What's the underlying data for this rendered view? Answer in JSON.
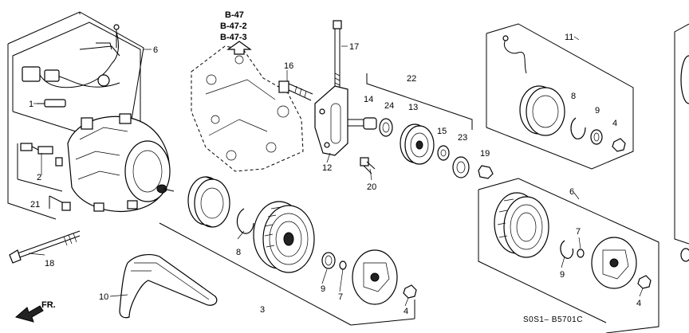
{
  "diagram": {
    "callouts": {
      "p1": "1",
      "p2": "2",
      "p3": "3",
      "p4a": "4",
      "p4b": "4",
      "p4c": "4",
      "p6a": "6",
      "p6b": "6",
      "p7a": "7",
      "p7b": "7",
      "p8a": "8",
      "p8b": "8",
      "p9a": "9",
      "p9b": "9",
      "p9c": "9",
      "p10": "10",
      "p11": "11",
      "p12": "12",
      "p13": "13",
      "p14": "14",
      "p15": "15",
      "p16": "16",
      "p17": "17",
      "p18": "18",
      "p19": "19",
      "p20": "20",
      "p21": "21",
      "p22": "22",
      "p23": "23",
      "p24": "24"
    },
    "refs": [
      "B-47",
      "B-47-2",
      "B-47-3"
    ],
    "direction_label": "FR.",
    "diagram_code": "S0S1– B5701C"
  }
}
